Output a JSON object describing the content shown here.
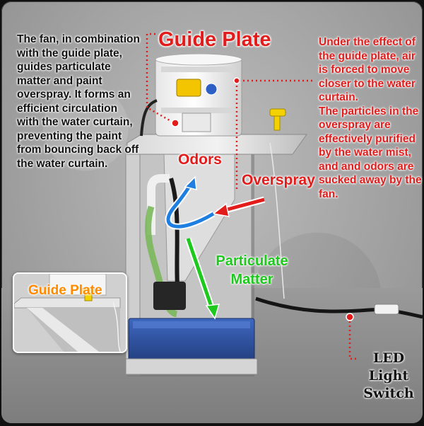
{
  "title": "Guide Plate",
  "left_caption": "The fan, in combination with the guide plate, guides particulate matter and paint overspray. It forms an efficient circulation with the water curtain, preventing the paint from bouncing back off the water curtain.",
  "right_caption": [
    "Under the effect of the guide plate, air is forced to move closer to the water curtain.",
    "The particles in the overspray are effectively purified by the water mist, and and odors are sucked away by the fan."
  ],
  "labels": {
    "odors": "Odors",
    "overspray": "Overspray",
    "particulate_line1": "Particulate",
    "particulate_line2": "Matter"
  },
  "inset": {
    "title": "Guide Plate"
  },
  "led": {
    "line1": "LED",
    "line2": "Light",
    "line3": "Switch"
  },
  "colors": {
    "red": "#e21b1b",
    "green": "#1ec91e",
    "blue": "#1f7fe0",
    "orange": "#ff8a00",
    "tray_blue": "#2e55a8"
  }
}
